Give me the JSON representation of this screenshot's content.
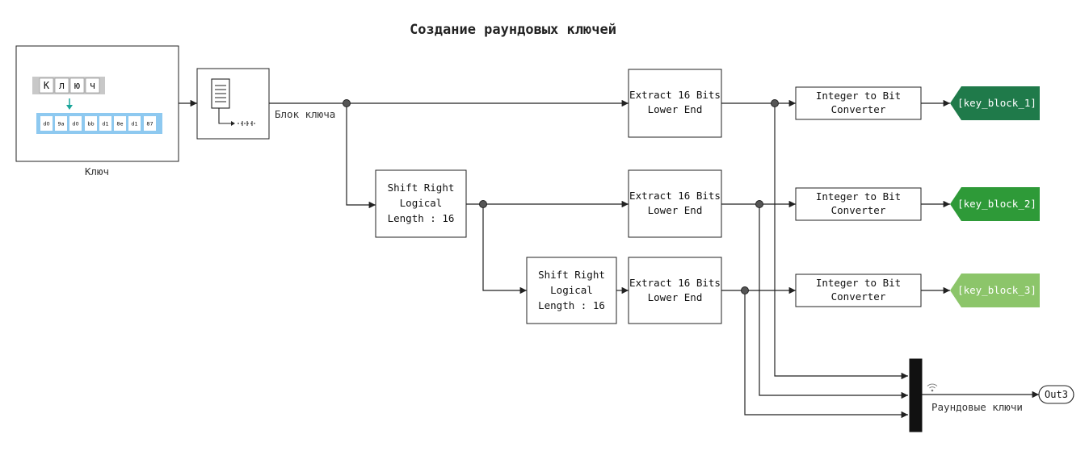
{
  "title": "Создание раундовых ключей",
  "key_block": {
    "label": "Ключ",
    "letters": [
      "К",
      "л",
      "ю",
      "ч"
    ],
    "bytes": [
      "d0",
      "9a",
      "d0",
      "bb",
      "d1",
      "8e",
      "d1",
      "87"
    ]
  },
  "memory_block_label": "Блок ключа",
  "shift_blocks": [
    {
      "lines": [
        "Shift Right",
        "Logical",
        "Length : 16"
      ]
    },
    {
      "lines": [
        "Shift Right",
        "Logical",
        "Length : 16"
      ]
    }
  ],
  "extract_blocks": [
    {
      "lines": [
        "Extract 16 Bits",
        "Lower End"
      ]
    },
    {
      "lines": [
        "Extract 16 Bits",
        "Lower End"
      ]
    },
    {
      "lines": [
        "Extract 16 Bits",
        "Lower End"
      ]
    }
  ],
  "converter_blocks": [
    {
      "lines": [
        "Integer to Bit",
        "Converter"
      ]
    },
    {
      "lines": [
        "Integer to Bit",
        "Converter"
      ]
    },
    {
      "lines": [
        "Integer to Bit",
        "Converter"
      ]
    }
  ],
  "goto_tags": [
    {
      "text": "[key_block_1]",
      "color": "#1f7a4a"
    },
    {
      "text": "[key_block_2]",
      "color": "#2e9a38"
    },
    {
      "text": "[key_block_3]",
      "color": "#8cc56a"
    }
  ],
  "mux_label": "Раундовые ключи",
  "outport_label": "Out3",
  "colors": {
    "wire": "#222222",
    "key_letters_bg": "#c8c8c8",
    "key_bytes_bg": "#8ec9f0",
    "arrow_teal": "#1aa59a"
  },
  "icons": [
    "memory-icon",
    "signal-icon",
    "down-arrow-icon"
  ]
}
